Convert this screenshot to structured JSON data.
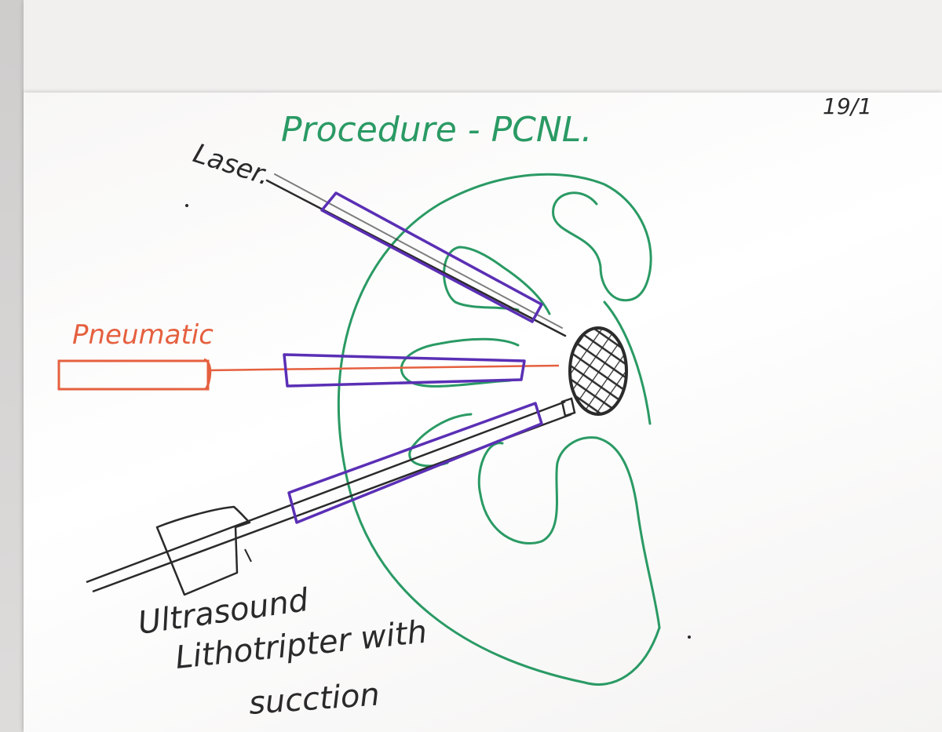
{
  "title": "Procedure - PCNL.",
  "date": "19/1",
  "labels": {
    "laser": "Laser.",
    "pneumatic": "Pneumatic",
    "ultrasound_line1": "Ultrasound",
    "ultrasound_line2": "Lithotripter with",
    "ultrasound_line3": "sucction"
  },
  "colors": {
    "kidney": "#2a9a64",
    "sheath": "#5a2fb5",
    "pneumatic": "#e5603f",
    "ink": "#2a2a2a",
    "stone": "#2b2b2b"
  }
}
